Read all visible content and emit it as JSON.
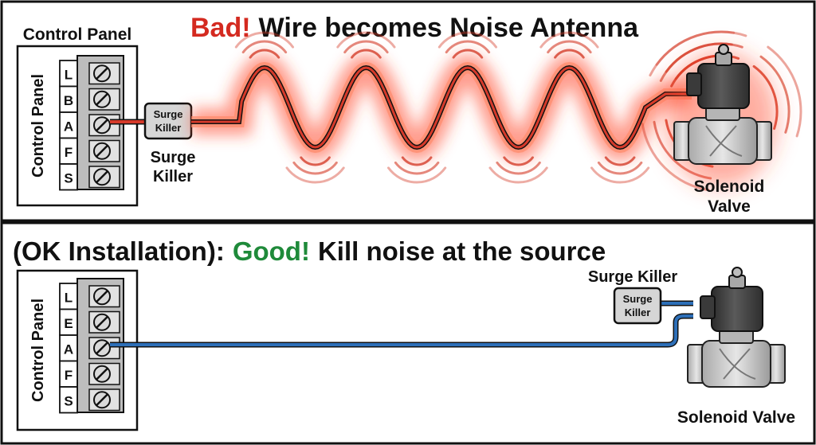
{
  "colors": {
    "bad": "#d42a20",
    "good": "#1f8a3a",
    "text": "#111111",
    "wire_red": "#d63a2a",
    "wire_blue": "#2d6fb8",
    "glow": "#ff4a2e",
    "terminal_fill": "#cfcfcf",
    "valve_body": "#c8c8c8",
    "coil": "#3c3c3c"
  },
  "top_panel": {
    "title_bad": "Bad!",
    "title_rest": "Wire becomes Noise Antenna",
    "box_label": "Control Panel",
    "side_label": "Control Panel",
    "terminals": [
      "L",
      "B",
      "A",
      "F",
      "S"
    ],
    "surge_box_line1": "Surge",
    "surge_box_line2": "Killer",
    "surge_caption_line1": "Surge",
    "surge_caption_line2": "Killer",
    "valve_caption_line1": "Solenoid",
    "valve_caption_line2": "Valve"
  },
  "bottom_panel": {
    "title_prefix": "(OK Installation):",
    "title_good": "Good!",
    "title_rest": "Kill noise at the source",
    "side_label": "Control Panel",
    "terminals": [
      "L",
      "E",
      "A",
      "F",
      "S"
    ],
    "surge_caption": "Surge Killer",
    "surge_box_line1": "Surge",
    "surge_box_line2": "Killer",
    "valve_caption": "Solenoid Valve"
  }
}
